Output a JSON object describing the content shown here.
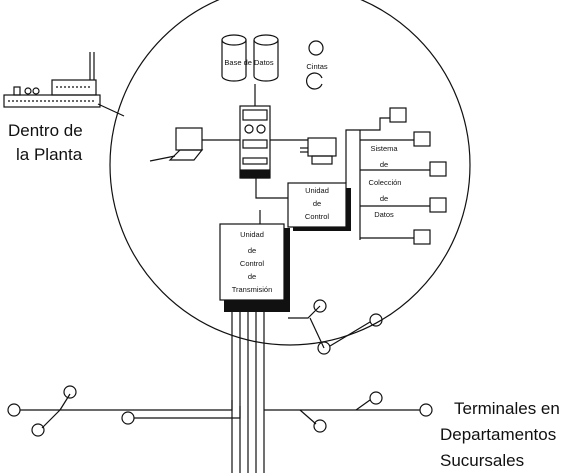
{
  "labels": {
    "database": "Base de Datos",
    "tapes": "Cintas",
    "plant_line1": "Dentro de",
    "plant_line2": "la Planta",
    "control_unit": [
      "Unidad",
      "de",
      "Control"
    ],
    "collection_system": [
      "Sistema",
      "de",
      "Colección",
      "de",
      "Datos"
    ],
    "transmission_unit": [
      "Unidad",
      "de",
      "Control",
      "de",
      "Transmisión"
    ],
    "terminals": [
      "Terminales en",
      "Departamentos",
      "Sucursales"
    ]
  }
}
